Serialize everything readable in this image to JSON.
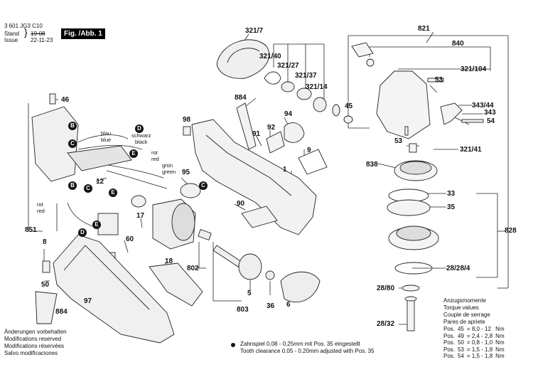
{
  "header": {
    "code": "3 601 JG3 C10",
    "stand_label": "Stand",
    "issue_label": "Issue",
    "stand_value": "19-08",
    "issue_value": "22-11-23",
    "figure_label": "Fig. /Abb. 1"
  },
  "parts": {
    "p321_7": "321/7",
    "p821": "821",
    "p840": "840",
    "p321_40": "321/40",
    "p321_27": "321/27",
    "p321_37": "321/37",
    "p321_14": "321/14",
    "p321_104": "321/104",
    "p53a": "53",
    "p343_44": "343/44",
    "p343": "343",
    "p54": "54",
    "p53b": "53",
    "p321_41": "321/41",
    "p46": "46",
    "p884a": "884",
    "p98": "98",
    "p94": "94",
    "p45": "45",
    "p91": "91",
    "p92": "92",
    "p9": "9",
    "p838": "838",
    "p1": "1",
    "p12": "12",
    "p95": "95",
    "p33": "33",
    "p35": "35",
    "p828": "828",
    "p90": "90",
    "p17": "17",
    "p851": "851",
    "p8": "8",
    "p60": "60",
    "p18": "18",
    "p802": "802",
    "p28_28_4": "28/28/4",
    "p50": "50",
    "p28_80": "28/80",
    "p5": "5",
    "p884b": "884",
    "p97": "97",
    "p803": "803",
    "p36": "36",
    "p6": "6",
    "p28_32": "28/32"
  },
  "wires": {
    "blau": "blau",
    "blue": "blue",
    "schwarz": "schwarz",
    "black": "black",
    "rot1": "rot",
    "red1": "red",
    "gruen": "grün",
    "green": "green",
    "rot2": "rot",
    "red2": "red"
  },
  "connectors": {
    "B": "B",
    "C": "C",
    "D": "D",
    "E": "E"
  },
  "footer_left": [
    "Änderungen vorbehalten",
    "Modifications reserved",
    "Modifications réservées",
    "Salvo modificaciones"
  ],
  "footnote": {
    "line1": "Zahnspiel 0,08 - 0,25mm mit Pos. 35 eingestellt",
    "line2": "Tooth clearance 0.05 - 0.20mm adjusted with Pos. 35"
  },
  "torque": {
    "heading": [
      "Anzugsmomente",
      "Torque values",
      "Couple de serrage",
      "Pares de apriete"
    ],
    "rows": [
      {
        "pos": "Pos.",
        "num": "45",
        "val": "= 8,0 - 12",
        "unit": "Nm"
      },
      {
        "pos": "Pos.",
        "num": "49",
        "val": "= 2,4 - 2,8",
        "unit": "Nm"
      },
      {
        "pos": "Pos.",
        "num": "50",
        "val": "= 0,8 - 1,0",
        "unit": "Nm"
      },
      {
        "pos": "Pos.",
        "num": "53",
        "val": "= 1,5 - 1,8",
        "unit": "Nm"
      },
      {
        "pos": "Pos.",
        "num": "54",
        "val": "= 1,5 - 1,8",
        "unit": "Nm"
      }
    ]
  }
}
